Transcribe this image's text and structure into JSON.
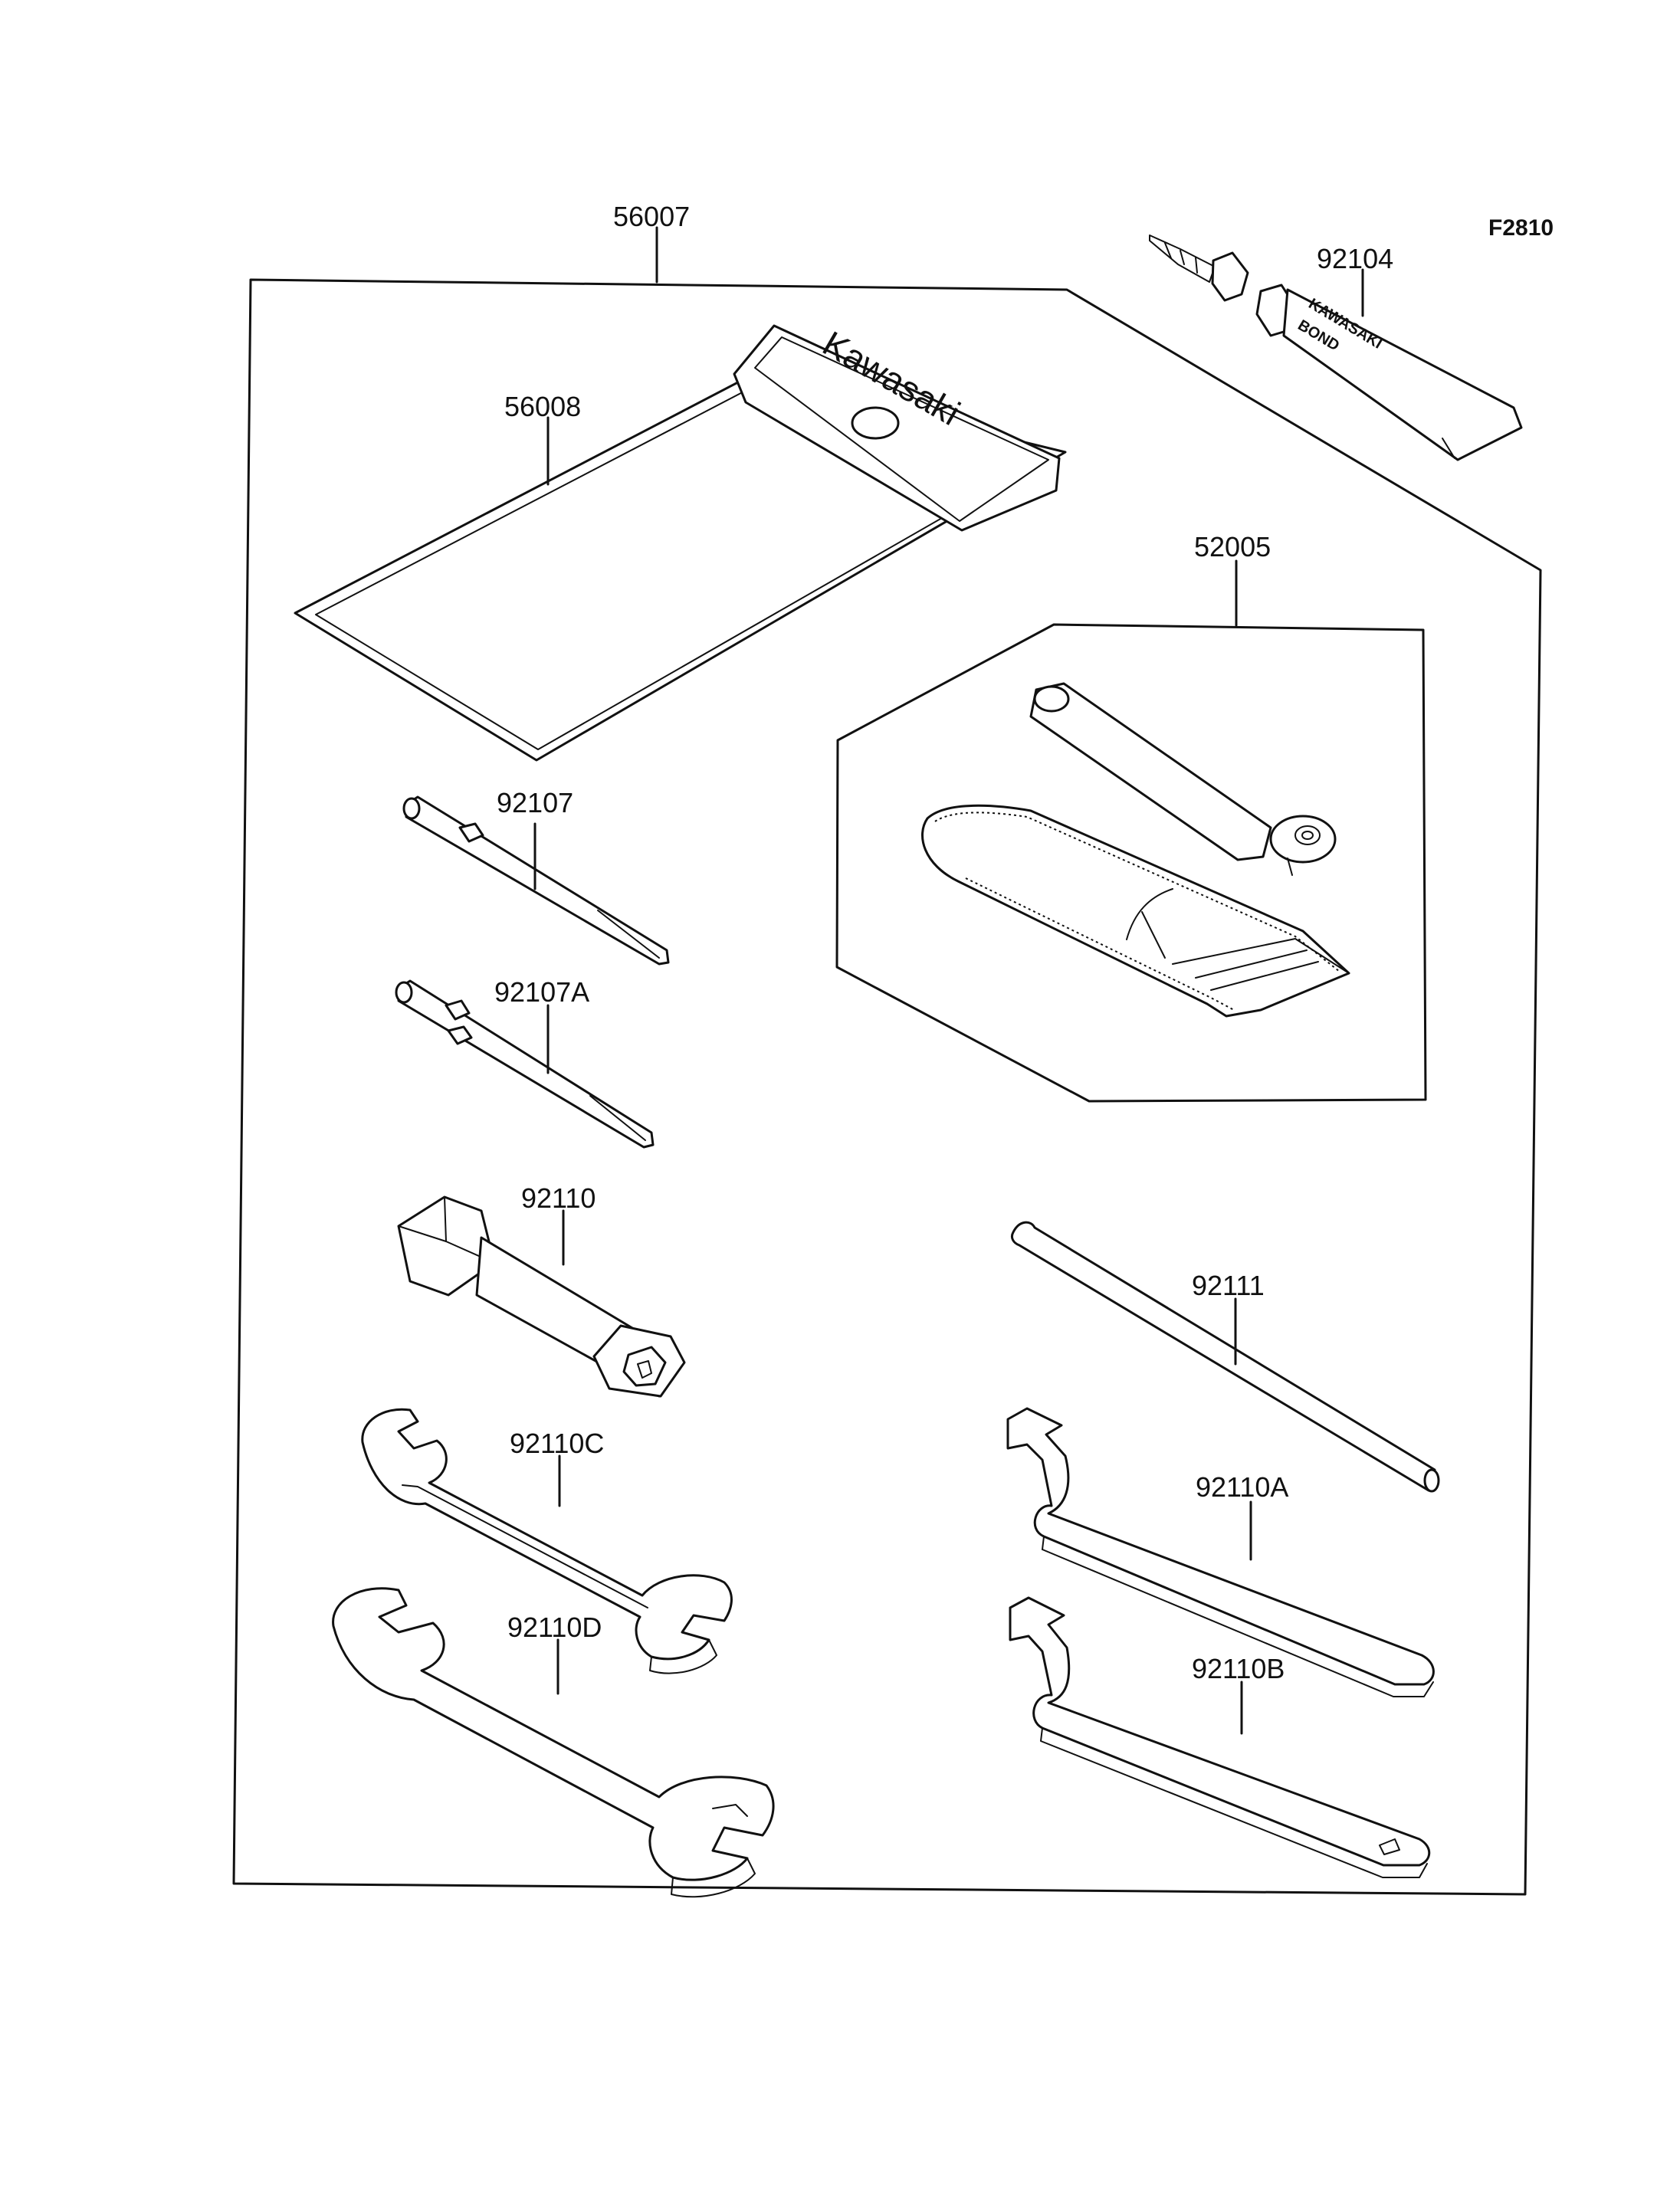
{
  "figure_ref": "F2810",
  "brand_text": "Kawasaki",
  "bond_text": [
    "KAWASAKI",
    "BOND"
  ],
  "parts": [
    {
      "id": "56007"
    },
    {
      "id": "56008"
    },
    {
      "id": "92104"
    },
    {
      "id": "52005"
    },
    {
      "id": "92107"
    },
    {
      "id": "92107A"
    },
    {
      "id": "92110"
    },
    {
      "id": "92111"
    },
    {
      "id": "92110C"
    },
    {
      "id": "92110A"
    },
    {
      "id": "92110D"
    },
    {
      "id": "92110B"
    }
  ]
}
